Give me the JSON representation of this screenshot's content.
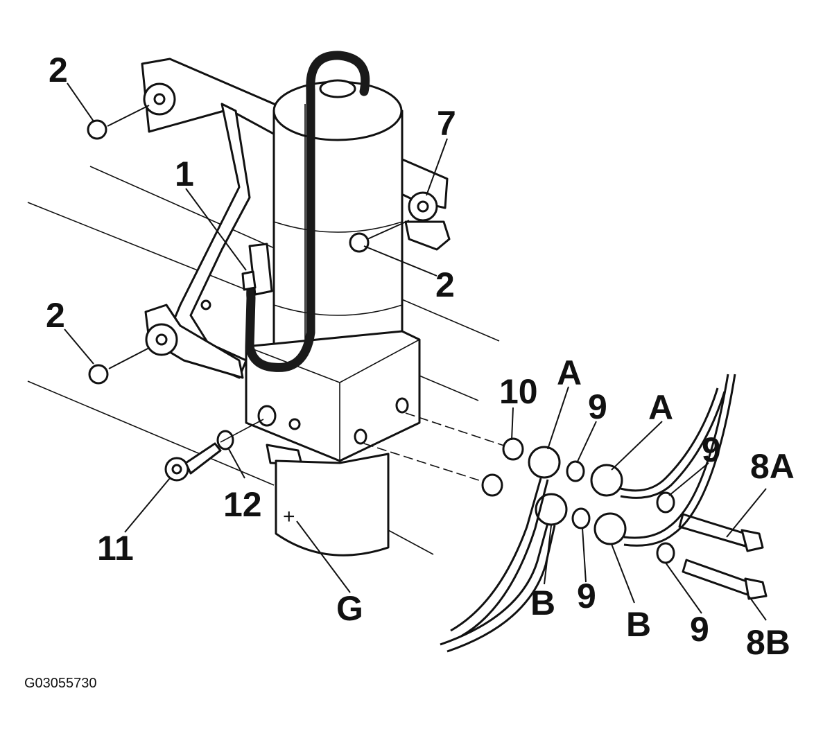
{
  "figure_id": "G03055730",
  "callouts": {
    "c2_top": "2",
    "c7": "7",
    "c1": "1",
    "c2_right": "2",
    "c2_left": "2",
    "c10": "10",
    "cA_left": "A",
    "c9_top": "9",
    "cA_right": "A",
    "c9_mid": "9",
    "c8A": "8A",
    "c12": "12",
    "c11": "11",
    "cG": "G",
    "cB_left": "B",
    "c9_low": "9",
    "cB_right": "B",
    "c9_bottom": "9",
    "c8B": "8B"
  },
  "ground_symbol": "+"
}
